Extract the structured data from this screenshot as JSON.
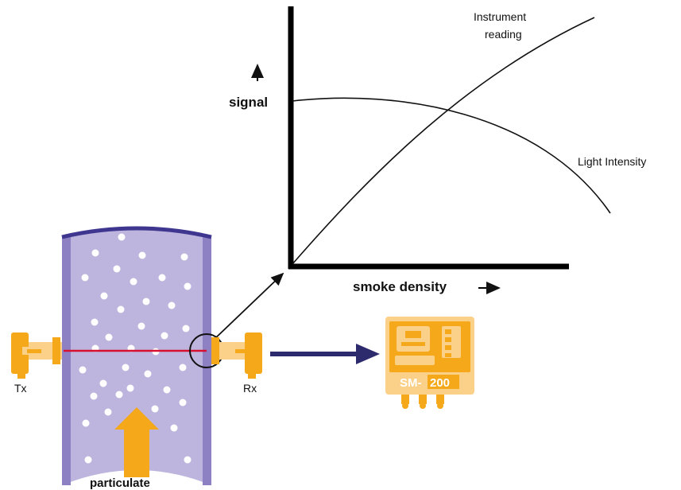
{
  "graph": {
    "y_axis_label": "signal",
    "x_axis_label": "smoke density",
    "curves": {
      "instrument_line1": "Instrument",
      "instrument_line2": "reading",
      "light": "Light Intensity"
    }
  },
  "apparatus": {
    "transmitter_label": "Tx",
    "receiver_label": "Rx",
    "flow_label": "particulate"
  },
  "device": {
    "model_prefix": "SM-",
    "model_number": "200"
  },
  "colors": {
    "duct_fill": "#bdb5de",
    "duct_edge": "#7c6fb8",
    "duct_top": "#3f3690",
    "orange": "#f4a81a",
    "orange_light": "#fbd18a",
    "beam": "#d8102f",
    "navy_arrow": "#2e2a6e"
  }
}
